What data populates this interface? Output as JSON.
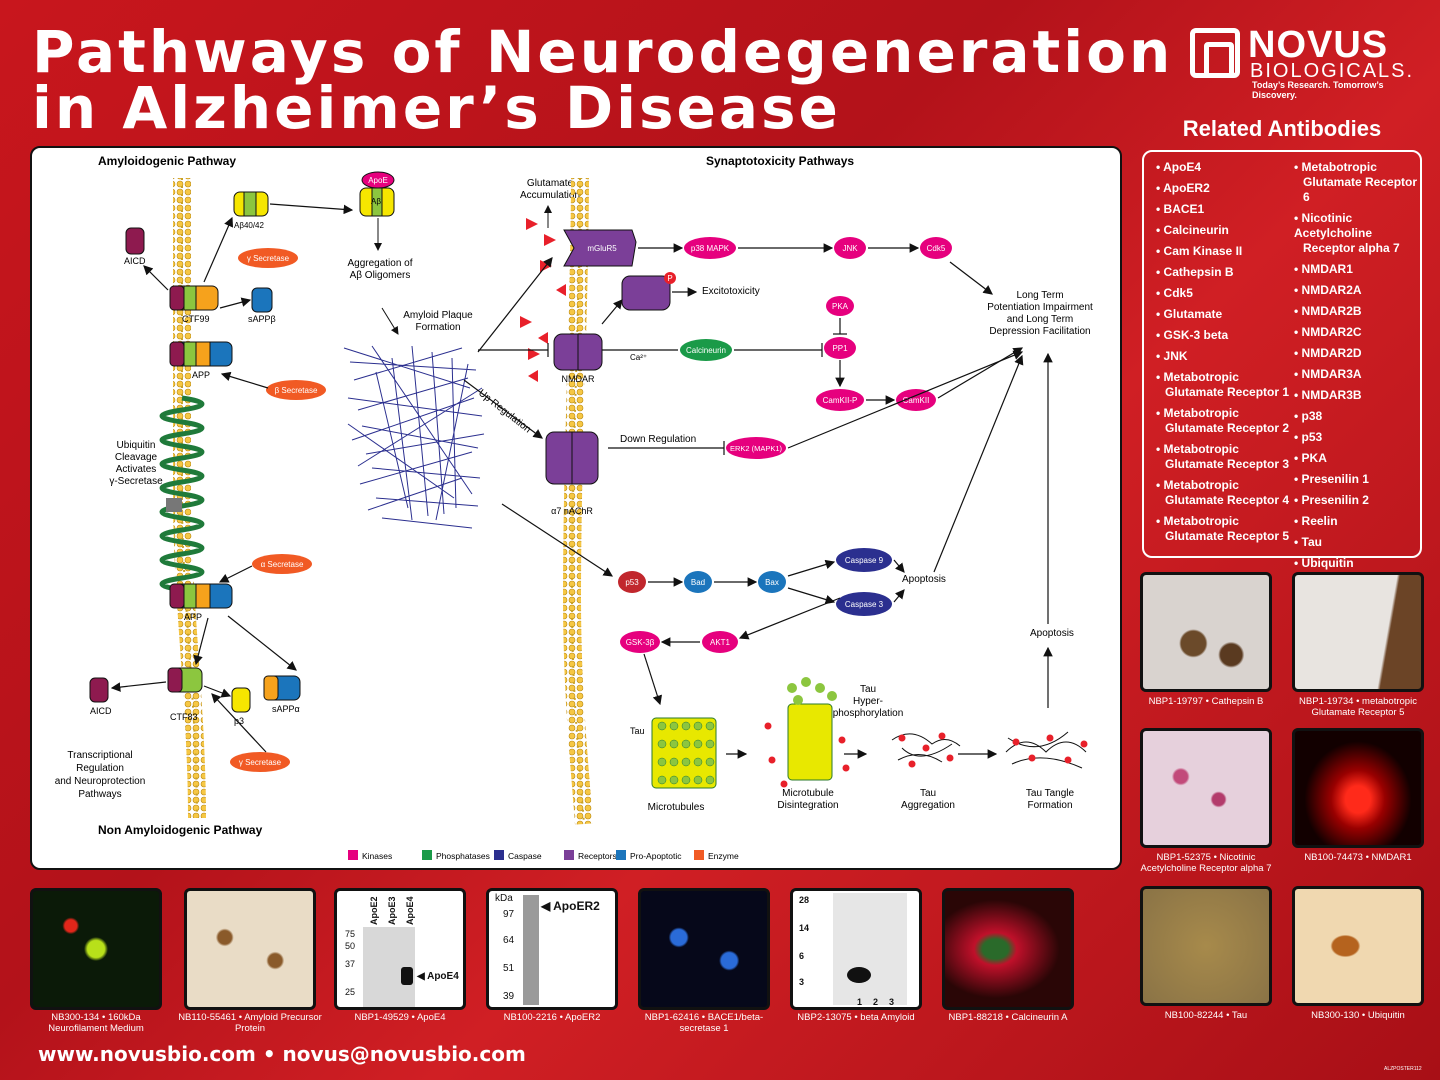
{
  "header": {
    "title_line1": "Pathways of Neurodegeneration",
    "title_line2": "in Alzheimer’s Disease"
  },
  "logo": {
    "name": "NOVUS",
    "sub": "BIOLOGICALS.",
    "tagline": "Today’s Research. Tomorrow’s Discovery."
  },
  "diagram": {
    "amyloidogenic_title": "Amyloidogenic Pathway",
    "non_amyloidogenic_title": "Non Amyloidogenic Pathway",
    "synaptotoxicity_title": "Synaptotoxicity Pathways",
    "labels": {
      "ab4042": "Aβ40/42",
      "aicd1": "AICD",
      "gamma_secretase": "γ Secretase",
      "ctf99": "CTF99",
      "sappb": "sAPPβ",
      "app1": "APP",
      "beta_secretase": "β Secretase",
      "ubiquitin_l1": "Ubiquitin",
      "ubiquitin_l2": "Cleavage",
      "ubiquitin_l3": "Activates",
      "ubiquitin_l4": "γ-Secretase",
      "alpha_secretase": "α Secretase",
      "app2": "APP",
      "aicd2": "AICD",
      "ctf83": "CTF83",
      "p3": "p3",
      "sappa": "sAPPα",
      "gamma_secretase2": "γ Secretase",
      "trans_l1": "Transcriptional",
      "trans_l2": "Regulation",
      "trans_l3": "and Neuroprotection",
      "trans_l4": "Pathways",
      "apoe": "ApoE",
      "ab": "Aβ",
      "agg_l1": "Aggregation of",
      "agg_l2": "Aβ Oligomers",
      "plaque_l1": "Amyloid Plaque",
      "plaque_l2": "Formation",
      "glut_l1": "Glutamate",
      "glut_l2": "Accumulation",
      "mglur5": "mGluR5",
      "p38": "p38 MAPK",
      "jnk": "JNK",
      "cdk5": "Cdk5",
      "excito": "Excitotoxicity",
      "p_marker": "P",
      "pka": "PKA",
      "nmdar": "NMDAR",
      "ca": "Ca²⁺",
      "calcineurin": "Calcineurin",
      "pp1": "PP1",
      "camkiip": "CamKII-P",
      "camkii": "CamKII",
      "uplabel": "Up Regulation",
      "down": "Down Regulation",
      "erk2": "ERK2 (MAPK1)",
      "a7": "α7 nAChR",
      "ltp_l1": "Long Term",
      "ltp_l2": "Potentiation Impairment",
      "ltp_l3": "and Long Term",
      "ltp_l4": "Depression Facilitation",
      "p53": "p53",
      "bad": "Bad",
      "bax": "Bax",
      "casp9": "Caspase 9",
      "casp3": "Caspase 3",
      "apoptosis1": "Apoptosis",
      "apoptosis2": "Apoptosis",
      "gsk": "GSK-3β",
      "akt1": "AKT1",
      "tau": "Tau",
      "tauhyper_l1": "Tau",
      "tauhyper_l2": "Hyper-",
      "tauhyper_l3": "phosphorylation",
      "microtubules": "Microtubules",
      "mtd_l1": "Microtubule",
      "mtd_l2": "Disintegration",
      "tagg_l1": "Tau",
      "tagg_l2": "Aggregation",
      "ttf_l1": "Tau Tangle",
      "ttf_l2": "Formation"
    },
    "legend": [
      {
        "label": "Kinases",
        "color": "#e6007e"
      },
      {
        "label": "Phosphatases",
        "color": "#1a9a48"
      },
      {
        "label": "Caspase",
        "color": "#2b2f8f"
      },
      {
        "label": "Receptors",
        "color": "#7b3f98"
      },
      {
        "label": "Pro-Apoptotic",
        "color": "#1b75bc"
      },
      {
        "label": "Enzyme",
        "color": "#f15a24"
      }
    ]
  },
  "related": {
    "title": "Related Antibodies",
    "col1": [
      "• ApoE4",
      "• ApoER2",
      "• BACE1",
      "• Calcineurin",
      "• Cam Kinase II",
      "• Cathepsin B",
      "• Cdk5",
      "• Glutamate",
      "• GSK-3 beta",
      "• JNK"
    ],
    "col1b": [
      [
        "• Metabotropic",
        "Glutamate Receptor 1"
      ],
      [
        "• Metabotropic",
        "Glutamate Receptor 2"
      ],
      [
        "• Metabotropic",
        "Glutamate Receptor 3"
      ],
      [
        "• Metabotropic",
        "Glutamate Receptor 4"
      ],
      [
        "• Metabotropic",
        "Glutamate Receptor 5"
      ]
    ],
    "col2a": [
      [
        "• Metabotropic",
        "Glutamate Receptor 6"
      ],
      [
        "• Nicotinic Acetylcholine",
        "Receptor alpha 7"
      ]
    ],
    "col2": [
      "• NMDAR1",
      "• NMDAR2A",
      "• NMDAR2B",
      "• NMDAR2C",
      "• NMDAR2D",
      "• NMDAR3A",
      "• NMDAR3B",
      "• p38",
      "• p53",
      "• PKA",
      "• Presenilin 1",
      "• Presenilin 2",
      "• Reelin",
      "• Tau",
      "• Ubiquitin"
    ]
  },
  "images": {
    "right": [
      {
        "caption": [
          "NBP1-19797 • Cathepsin B"
        ]
      },
      {
        "caption": [
          "NBP1-19734 • metabotropic",
          "Glutamate Receptor 5"
        ]
      },
      {
        "caption": [
          "NBP1-52375 • Nicotinic",
          "Acetylcholine Receptor alpha 7"
        ]
      },
      {
        "caption": [
          "NB100-74473 • NMDAR1"
        ]
      },
      {
        "caption": [
          "NB100-82244 • Tau"
        ]
      },
      {
        "caption": [
          "NB300-130 • Ubiquitin"
        ]
      }
    ],
    "bottom": [
      {
        "caption": [
          "NB300-134 • 160kDa",
          "Neurofilament Medium"
        ]
      },
      {
        "caption": [
          "NB110-55461 • Amyloid Precursor Protein"
        ]
      },
      {
        "caption": [
          "NBP1-49529 • ApoE4"
        ]
      },
      {
        "caption": [
          "NB100-2216 • ApoER2"
        ]
      },
      {
        "caption": [
          "NBP1-62416 • BACE1/beta-secretase 1"
        ]
      },
      {
        "caption": [
          "NBP2-13075 • beta Amyloid"
        ]
      },
      {
        "caption": [
          "NBP1-88218 • Calcineurin A"
        ]
      }
    ],
    "blot1": {
      "lanes": [
        "ApoE2",
        "ApoE3",
        "ApoE4"
      ],
      "kda": [
        "75",
        "50",
        "37",
        "25"
      ],
      "label": "ApoE4"
    },
    "blot2": {
      "unit": "kDa",
      "kda": [
        "97",
        "64",
        "51",
        "39"
      ],
      "label": "ApoER2"
    },
    "blot3": {
      "kda": [
        "28",
        "14",
        "6",
        "3"
      ],
      "lanes": [
        "1",
        "2",
        "3"
      ]
    }
  },
  "footer": {
    "text": "www.novusbio.com • novus@novusbio.com",
    "code": "ALZPOSTER112"
  }
}
